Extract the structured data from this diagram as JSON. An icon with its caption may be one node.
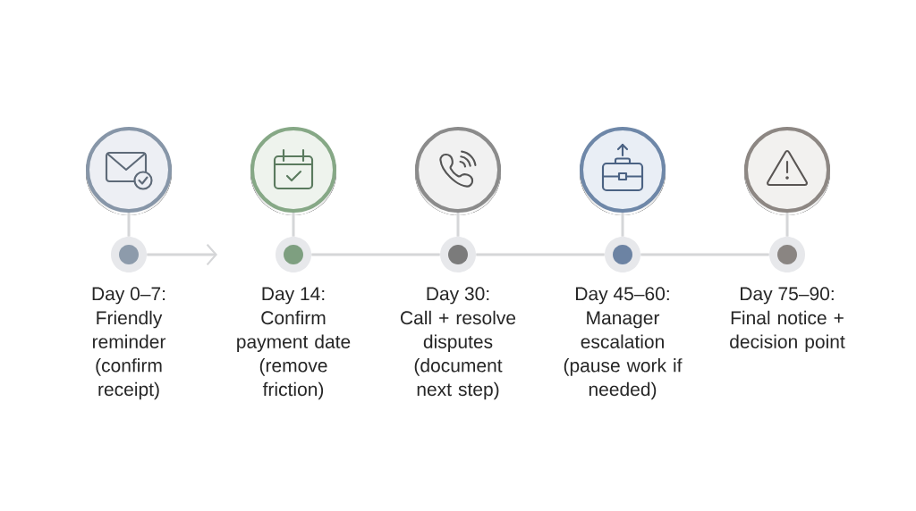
{
  "diagram": {
    "nodes": [
      {
        "text": [],
        "shape": "circle"
      },
      {
        "text": [],
        "shape": "circle",
        "beside": [
          "Day 0–7:",
          "Friendly reminder (confirm receipt)"
        ]
      },
      {
        "text": [],
        "shape": "circle"
      },
      {
        "text": [],
        "shape": "circle",
        "beside": [
          "Day 14:",
          "Confirm payment date (remove friction)"
        ]
      },
      {
        "text": [],
        "shape": "circle"
      },
      {
        "text": [],
        "shape": "circle",
        "beside": [
          "Day 30:",
          "Call + resolve disputes (document next step)"
        ]
      },
      {
        "text": [],
        "shape": "circle"
      },
      {
        "text": [],
        "shape": "circle",
        "beside": [
          "Day 45–60:",
          "Manager escalation (pause work if needed)"
        ]
      },
      {
        "text": [],
        "shape": "circle"
      },
      {
        "text": [],
        "shape": "circle",
        "beside": [
          "Day 75–90:",
          "Final notice + decision point"
        ]
      }
    ],
    "edges": [
      {
        "from": 0,
        "to": 1,
        "arrow": "none"
      },
      {
        "from": 1,
        "to": null,
        "arrow": "to"
      },
      {
        "from": 2,
        "to": 3,
        "arrow": "none"
      },
      {
        "from": 3,
        "to": 5,
        "arrow": "none"
      },
      {
        "from": 4,
        "to": 5,
        "arrow": "none"
      },
      {
        "from": 5,
        "to": 7,
        "arrow": "none"
      },
      {
        "from": 6,
        "to": 7,
        "arrow": "none"
      },
      {
        "from": 7,
        "to": 9,
        "arrow": "none"
      },
      {
        "from": 8,
        "to": 9,
        "arrow": "none"
      }
    ]
  }
}
